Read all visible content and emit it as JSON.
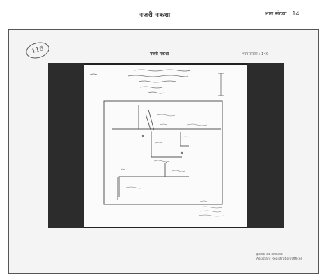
{
  "header": {
    "title": "नजरी नकशा",
    "plot_label": "भाग संख्या : 14"
  },
  "document": {
    "stamp_number": "116",
    "inner_title": "नजरी नकशा",
    "inner_plot_label": "भाग संख्या : 140",
    "footer_line1": "हस्ताक्षर राम नरेश लाल",
    "footer_line2": "Assistant Registration Officer"
  }
}
